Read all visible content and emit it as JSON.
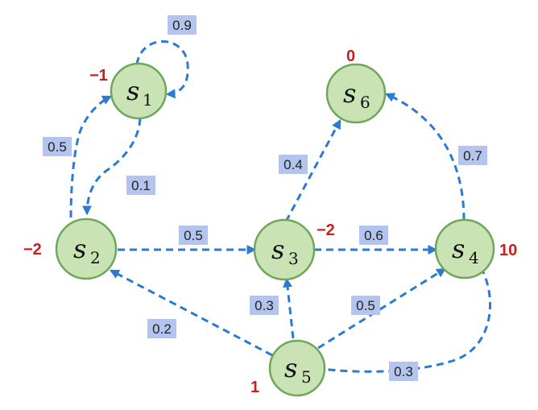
{
  "nodes": [
    {
      "id": "s1",
      "letter": "s",
      "sub": "1",
      "reward": "−1"
    },
    {
      "id": "s2",
      "letter": "s",
      "sub": "2",
      "reward": "−2"
    },
    {
      "id": "s3",
      "letter": "s",
      "sub": "3",
      "reward": "−2"
    },
    {
      "id": "s4",
      "letter": "s",
      "sub": "4",
      "reward": "10"
    },
    {
      "id": "s5",
      "letter": "s",
      "sub": "5",
      "reward": "1"
    },
    {
      "id": "s6",
      "letter": "s",
      "sub": "6",
      "reward": "0"
    }
  ],
  "edges": [
    {
      "from": "s1",
      "to": "s1",
      "prob": "0.9"
    },
    {
      "from": "s1",
      "to": "s2",
      "prob": "0.1"
    },
    {
      "from": "s2",
      "to": "s1",
      "prob": "0.5"
    },
    {
      "from": "s2",
      "to": "s3",
      "prob": "0.5"
    },
    {
      "from": "s3",
      "to": "s6",
      "prob": "0.4"
    },
    {
      "from": "s3",
      "to": "s4",
      "prob": "0.6"
    },
    {
      "from": "s4",
      "to": "s6",
      "prob": "0.7"
    },
    {
      "from": "s4",
      "to": "s5",
      "prob": "0.3"
    },
    {
      "from": "s5",
      "to": "s2",
      "prob": "0.2"
    },
    {
      "from": "s5",
      "to": "s3",
      "prob": "0.3"
    },
    {
      "from": "s5",
      "to": "s4",
      "prob": "0.5"
    }
  ],
  "colors": {
    "node_fill": "#c9e3b4",
    "node_border": "#6fa65a",
    "edge": "#2b7bd0",
    "label_box": "#b3c4ee",
    "reward_text": "#c5221f"
  }
}
